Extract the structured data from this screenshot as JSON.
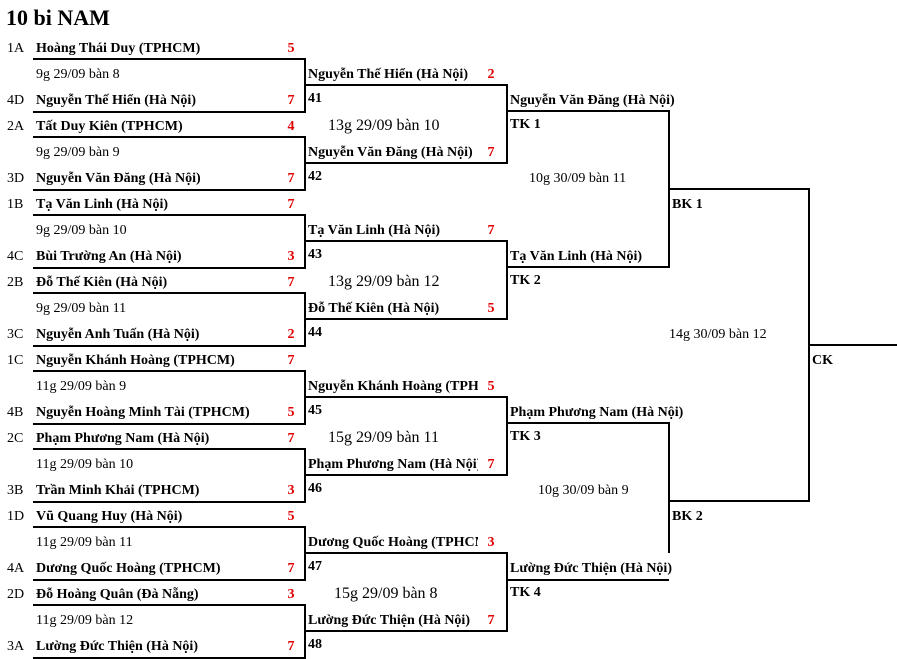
{
  "title": "10 bi NAM",
  "round1": [
    {
      "seed": "1A",
      "name": "Hoàng Thái Duy (TPHCM)",
      "score": "5"
    },
    {
      "seed": "4D",
      "name": "Nguyễn Thế Hiển (Hà Nội)",
      "score": "7"
    },
    {
      "seed": "2A",
      "name": "Tất Duy Kiên (TPHCM)",
      "score": "4"
    },
    {
      "seed": "3D",
      "name": "Nguyễn Văn Đăng (Hà Nội)",
      "score": "7"
    },
    {
      "seed": "1B",
      "name": "Tạ Văn Linh (Hà Nội)",
      "score": "7"
    },
    {
      "seed": "4C",
      "name": "Bùi Trường An (Hà Nội)",
      "score": "3"
    },
    {
      "seed": "2B",
      "name": "Đỗ Thế Kiên (Hà Nội)",
      "score": "7"
    },
    {
      "seed": "3C",
      "name": "Nguyễn Anh Tuấn (Hà Nội)",
      "score": "2"
    },
    {
      "seed": "1C",
      "name": "Nguyễn Khánh Hoàng (TPHCM)",
      "score": "7"
    },
    {
      "seed": "4B",
      "name": "Nguyễn Hoàng Minh Tài (TPHCM)",
      "score": "5"
    },
    {
      "seed": "2C",
      "name": "Phạm Phương Nam (Hà Nội)",
      "score": "7"
    },
    {
      "seed": "3B",
      "name": "Trần Minh Khải (TPHCM)",
      "score": "3"
    },
    {
      "seed": "1D",
      "name": "Vũ Quang Huy (Hà Nội)",
      "score": "5"
    },
    {
      "seed": "4A",
      "name": "Dương Quốc Hoàng (TPHCM)",
      "score": "7"
    },
    {
      "seed": "2D",
      "name": "Đỗ Hoàng Quân (Đà Nẵng)",
      "score": "3"
    },
    {
      "seed": "3A",
      "name": "Lường Đức Thiện (Hà Nội)",
      "score": "7"
    }
  ],
  "round1_schedules": [
    "9g 29/09 bàn 8",
    "9g 29/09 bàn 9",
    "9g 29/09 bàn 10",
    "9g 29/09 bàn 11",
    "11g 29/09 bàn 9",
    "11g 29/09 bàn 10",
    "11g 29/09 bàn 11",
    "11g 29/09 bàn 12"
  ],
  "round2": [
    {
      "name": "Nguyễn Thế Hiển (Hà Nội)",
      "score": "2"
    },
    {
      "name": "Nguyễn Văn Đăng (Hà Nội)",
      "score": "7"
    },
    {
      "name": "Tạ Văn Linh (Hà Nội)",
      "score": "7"
    },
    {
      "name": "Đỗ Thế Kiên (Hà Nội)",
      "score": "5"
    },
    {
      "name": "Nguyễn Khánh Hoàng (TPHCM)",
      "score": "5"
    },
    {
      "name": "Phạm Phương Nam (Hà Nội)",
      "score": "7"
    },
    {
      "name": "Dương Quốc Hoàng (TPHCM)",
      "score": "3"
    },
    {
      "name": "Lường Đức Thiện (Hà Nội)",
      "score": "7"
    }
  ],
  "round2_match_numbers": [
    "41",
    "42",
    "43",
    "44",
    "45",
    "46",
    "47",
    "48"
  ],
  "round2_schedules": [
    "13g 29/09 bàn 10",
    "13g 29/09 bàn 12",
    "15g 29/09 bàn 11",
    "15g 29/09 bàn 8"
  ],
  "round3": [
    {
      "name": "Nguyễn Văn Đăng (Hà Nội)",
      "label": "TK 1"
    },
    {
      "name": "Tạ Văn Linh (Hà Nội)",
      "label": "TK 2"
    },
    {
      "name": "Phạm Phương Nam (Hà Nội)",
      "label": "TK 3"
    },
    {
      "name": "Lường Đức Thiện (Hà Nội)",
      "label": "TK 4"
    }
  ],
  "round3_schedules": [
    "10g 30/09 bàn 11",
    "10g 30/09 bàn 9"
  ],
  "semis": {
    "labels": [
      "BK 1",
      "BK 2"
    ],
    "schedule": "14g 30/09 bàn 12"
  },
  "final": {
    "label": "CK"
  }
}
